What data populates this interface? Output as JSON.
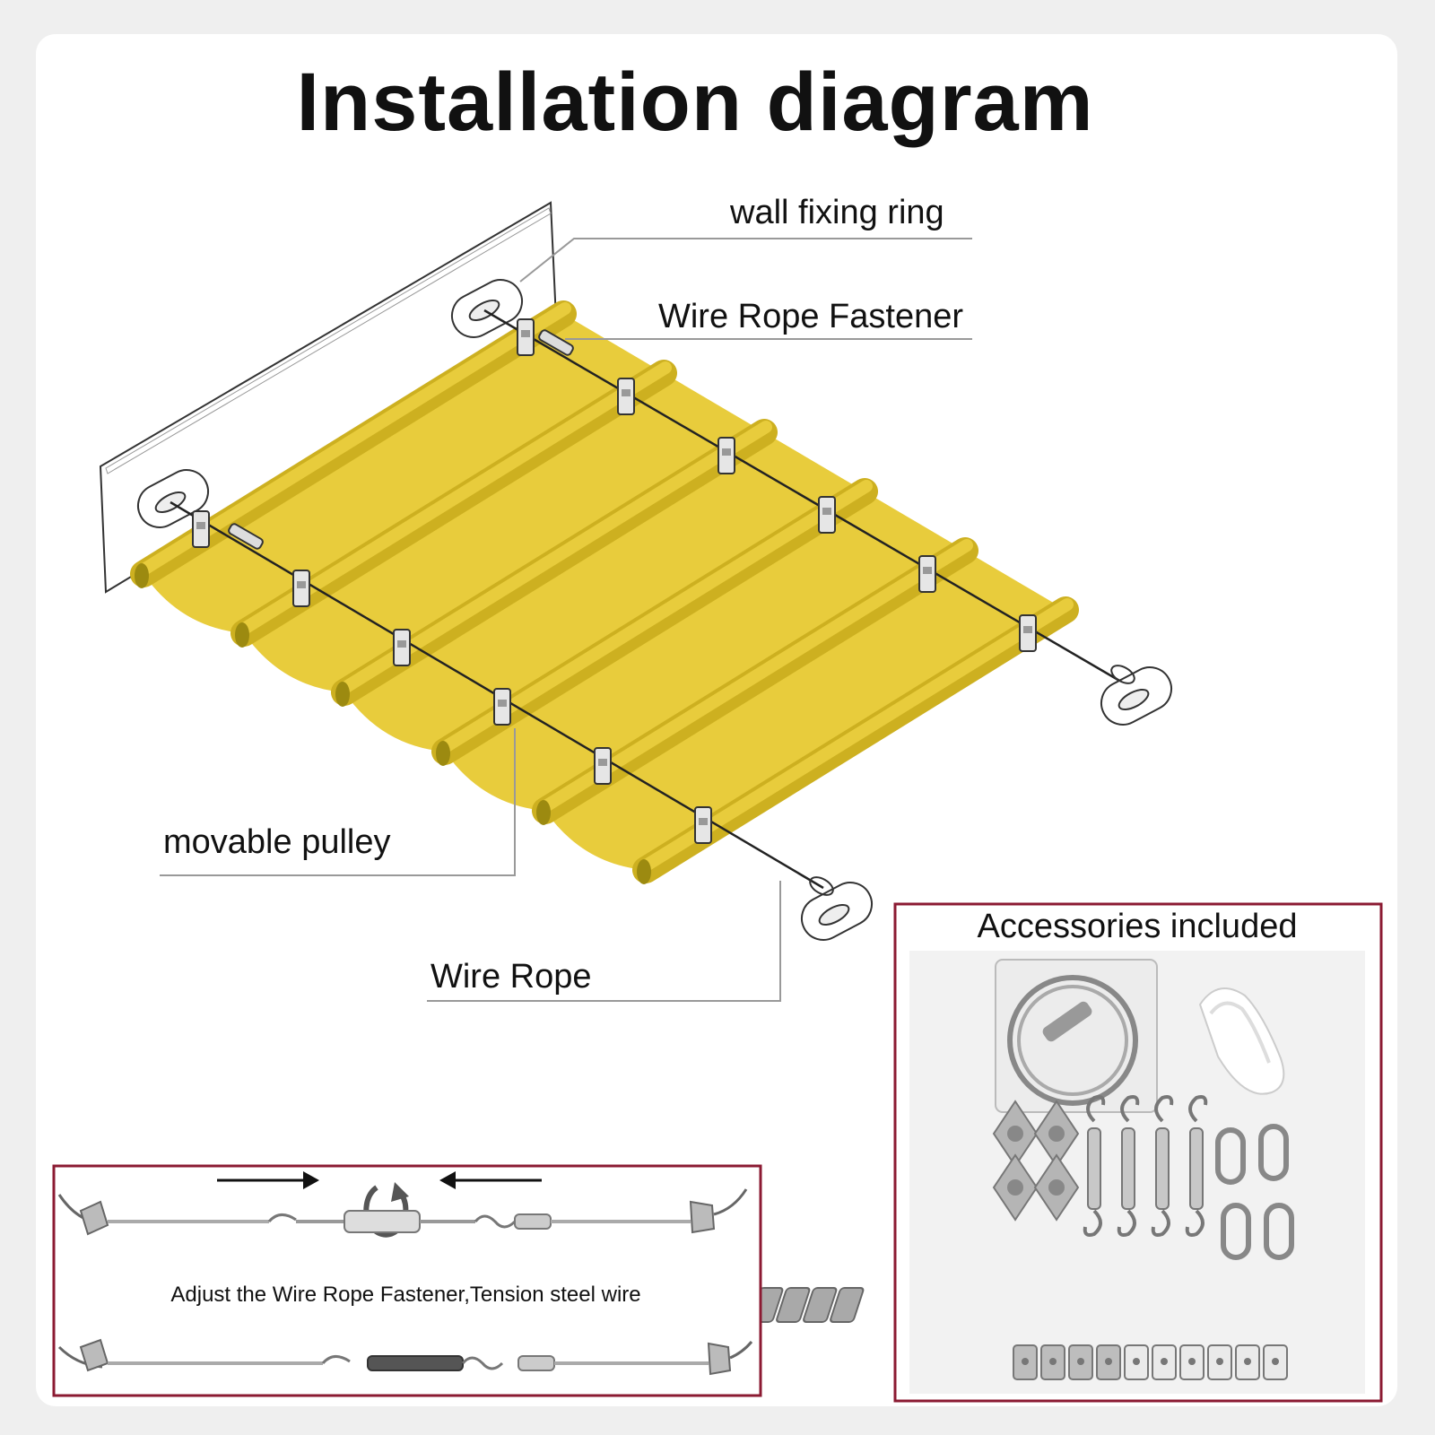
{
  "title": "Installation diagram",
  "labels": {
    "wall_fixing_ring": "wall fixing ring",
    "wire_rope_fastener": "Wire Rope Fastener",
    "movable_pulley": "movable pulley",
    "wire_rope": "Wire Rope"
  },
  "accessories": {
    "title": "Accessories included"
  },
  "adjust": {
    "caption": "Adjust the Wire Rope Fastener,Tension steel wire"
  },
  "colors": {
    "awning_yellow": "#e8cc3c",
    "awning_shadow": "#cdb020",
    "frame_border": "#8b1a32",
    "hardware_metal": "#9a9a9a"
  }
}
